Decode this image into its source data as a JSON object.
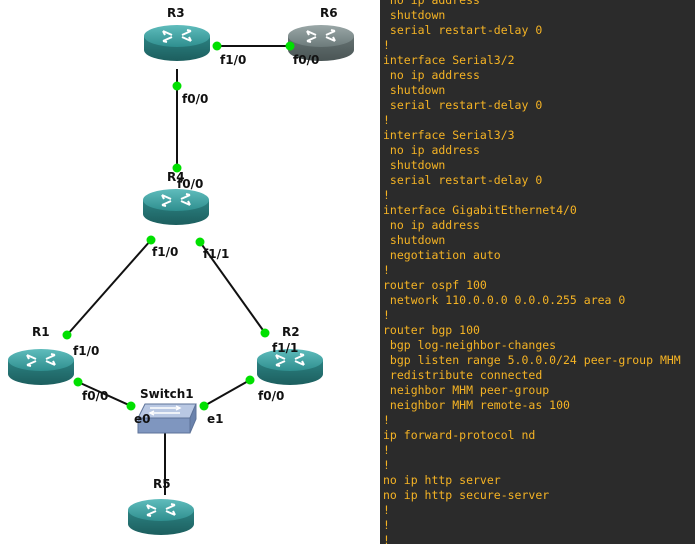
{
  "topology": {
    "devices": [
      {
        "id": "r3",
        "name": "R3",
        "kind": "router",
        "color": "#3c9a9a"
      },
      {
        "id": "r6",
        "name": "R6",
        "kind": "router",
        "color": "#7a8888"
      },
      {
        "id": "r4",
        "name": "R4",
        "kind": "router",
        "color": "#3c9a9a"
      },
      {
        "id": "r1",
        "name": "R1",
        "kind": "router",
        "color": "#3c9a9a"
      },
      {
        "id": "r2",
        "name": "R2",
        "kind": "router",
        "color": "#3c9a9a"
      },
      {
        "id": "switch1",
        "name": "Switch1",
        "kind": "switch",
        "color": "#8ea4c8"
      },
      {
        "id": "r5",
        "name": "R5",
        "kind": "router",
        "color": "#3c9a9a"
      }
    ],
    "links": [
      {
        "a": "R3",
        "a_port": "f1/0",
        "b": "R6",
        "b_port": "f0/0"
      },
      {
        "a": "R3",
        "a_port": "f0/0",
        "b": "R4",
        "b_port": "f0/0"
      },
      {
        "a": "R4",
        "a_port": "f1/0",
        "b": "R1",
        "b_port": "f1/0"
      },
      {
        "a": "R4",
        "a_port": "f1/1",
        "b": "R2",
        "b_port": "f1/1"
      },
      {
        "a": "R1",
        "a_port": "f0/0",
        "b": "Switch1",
        "b_port": "e0"
      },
      {
        "a": "R2",
        "a_port": "f0/0",
        "b": "Switch1",
        "b_port": "e1"
      },
      {
        "a": "R5",
        "a_port": "",
        "b": "Switch1",
        "b_port": ""
      }
    ],
    "link_status_color": "#00e000"
  },
  "terminal": {
    "text_color": "#f5b324",
    "background": "#2b2b2b",
    "lines": [
      " no ip address",
      " shutdown",
      " serial restart-delay 0",
      "!",
      "interface Serial3/2",
      " no ip address",
      " shutdown",
      " serial restart-delay 0",
      "!",
      "interface Serial3/3",
      " no ip address",
      " shutdown",
      " serial restart-delay 0",
      "!",
      "interface GigabitEthernet4/0",
      " no ip address",
      " shutdown",
      " negotiation auto",
      "!",
      "router ospf 100",
      " network 110.0.0.0 0.0.0.255 area 0",
      "!",
      "router bgp 100",
      " bgp log-neighbor-changes",
      " bgp listen range 5.0.0.0/24 peer-group MHM",
      " redistribute connected",
      " neighbor MHM peer-group",
      " neighbor MHM remote-as 100",
      "!",
      "ip forward-protocol nd",
      "!",
      "!",
      "no ip http server",
      "no ip http secure-server",
      "!",
      "!",
      "!"
    ]
  }
}
